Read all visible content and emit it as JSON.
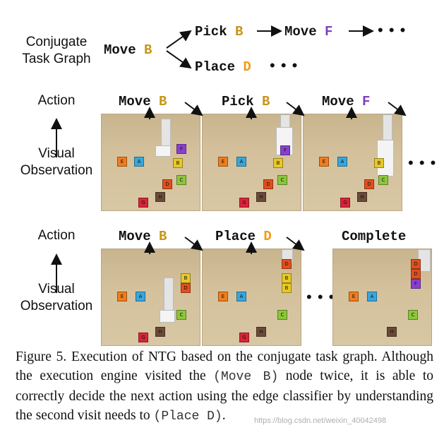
{
  "graph": {
    "label_line1": "Conjugate",
    "label_line2": "Task Graph",
    "root": {
      "verb": "Move",
      "obj": "B"
    },
    "upper": [
      {
        "verb": "Pick",
        "obj": "B"
      },
      {
        "verb": "Move",
        "obj": "F"
      }
    ],
    "upper_ellipsis": "• • •",
    "lower": {
      "verb": "Place",
      "obj": "D"
    },
    "lower_ellipsis": "• • •"
  },
  "row1": {
    "action_label": "Action",
    "obs_label_line1": "Visual",
    "obs_label_line2": "Observation",
    "steps": [
      {
        "verb": "Move",
        "obj": "B"
      },
      {
        "verb": "Pick",
        "obj": "B"
      },
      {
        "verb": "Move",
        "obj": "F"
      }
    ],
    "ellipsis": "• • •"
  },
  "row2": {
    "action_label": "Action",
    "obs_label_line1": "Visual",
    "obs_label_line2": "Observation",
    "steps": [
      {
        "verb": "Move",
        "obj": "B"
      },
      {
        "verb": "Place",
        "obj": "D"
      },
      {
        "verb": "Complete",
        "obj": ""
      }
    ],
    "ellipsis": "• • •"
  },
  "cubes": {
    "E": "#f07d1e",
    "A": "#38a6dc",
    "F": "#8a3fd0",
    "B": "#e6c82a",
    "D": "#e0501e",
    "C": "#8cc63a",
    "G": "#d8243a",
    "H": "#6a4a38"
  },
  "caption": {
    "t1": "Figure 5. Execution of NTG based on the conjugate task graph. Although the execution engine visited the ",
    "c1": "(Move B)",
    "t2": " node twice, it is able to correctly decide the next action using the edge classifier by understanding the second visit needs to ",
    "c2": "(Place D)",
    "t3": "."
  },
  "watermark": "https://blog.csdn.net/weixin_40042498"
}
